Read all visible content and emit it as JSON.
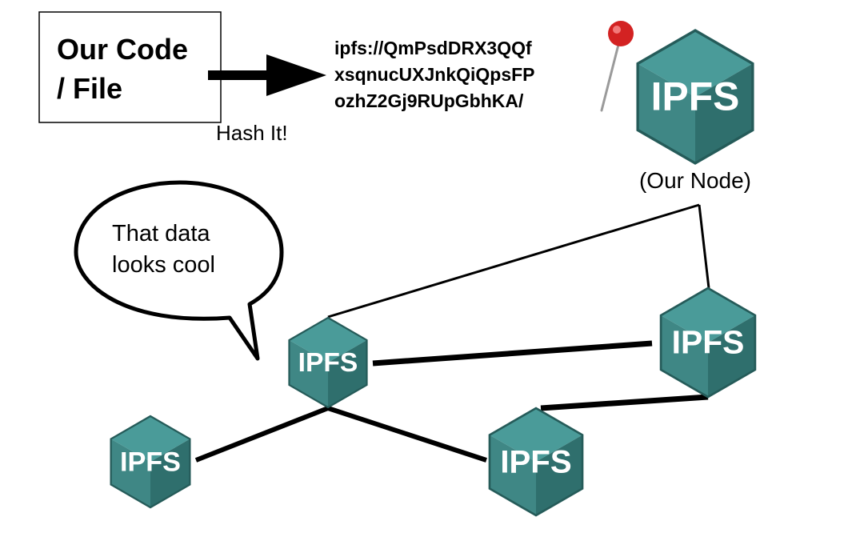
{
  "source_box": {
    "line1": "Our Code",
    "line2": "/ File"
  },
  "hash_label": "Hash It!",
  "cid_lines": [
    "ipfs://QmPsdDRX3QQf",
    "xsqnucUXJnkQiQpsFP",
    "ozhZ2Gj9RUpGbhKA/"
  ],
  "node_label": "(Our Node)",
  "bubble_lines": [
    "That data",
    "looks cool"
  ],
  "logo_text": "IPFS",
  "colors": {
    "hex_top": "#4a9b99",
    "hex_left": "#3f8785",
    "hex_right": "#2f6f6d",
    "hex_edge": "#255b59",
    "pin_head": "#d32222",
    "pin_needle": "#9a9a9a",
    "line": "#000000"
  },
  "icons": {
    "pin": "pushpin-icon",
    "node": "ipfs-cube-icon"
  }
}
